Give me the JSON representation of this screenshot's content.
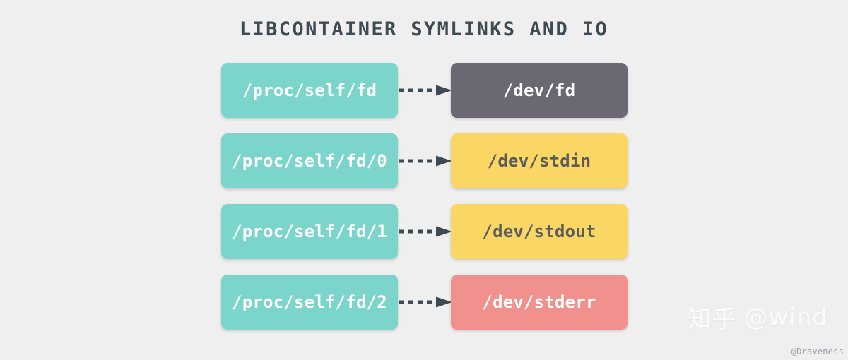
{
  "diagram": {
    "title": "LIBCONTAINER SYMLINKS AND IO",
    "background_color": "#efefef",
    "title_color": "#3f4b52",
    "arrow_color": "#3f4b52",
    "arrow_style": "dashed-with-arrowhead",
    "rows": [
      {
        "source": {
          "label": "/proc/self/fd",
          "color": "#7bd5cb",
          "text_color": "#ffffff"
        },
        "target": {
          "label": "/dev/fd",
          "color": "#6b6874",
          "text_color": "#ffffff"
        }
      },
      {
        "source": {
          "label": "/proc/self/fd/0",
          "color": "#7bd5cb",
          "text_color": "#ffffff"
        },
        "target": {
          "label": "/dev/stdin",
          "color": "#fad665",
          "text_color": "#5b5b5b"
        }
      },
      {
        "source": {
          "label": "/proc/self/fd/1",
          "color": "#7bd5cb",
          "text_color": "#ffffff"
        },
        "target": {
          "label": "/dev/stdout",
          "color": "#fad665",
          "text_color": "#5b5b5b"
        }
      },
      {
        "source": {
          "label": "/proc/self/fd/2",
          "color": "#7bd5cb",
          "text_color": "#ffffff"
        },
        "target": {
          "label": "/dev/stderr",
          "color": "#f0918e",
          "text_color": "#ffffff"
        }
      }
    ]
  },
  "watermark": {
    "site": "知乎",
    "user": "@wind",
    "credit": "@Draveness"
  }
}
